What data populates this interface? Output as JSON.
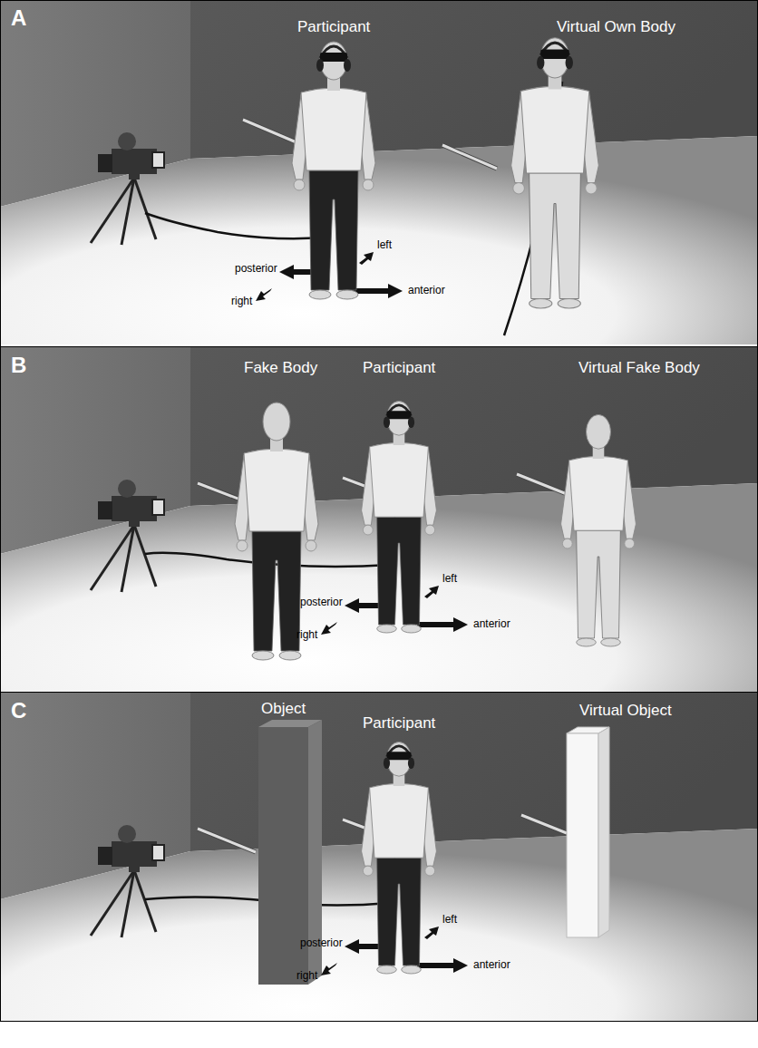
{
  "diagram": {
    "labels": [
      "A",
      "Participant",
      "Virtual Own Body",
      "posterior",
      "left",
      "right",
      "anterior",
      "B",
      "Fake Body",
      "Participant",
      "Virtual Fake Body",
      "posterior",
      "left",
      "right",
      "anterior",
      "C",
      "Object",
      "Participant",
      "Virtual Object",
      "posterior",
      "left",
      "right",
      "anterior"
    ]
  }
}
